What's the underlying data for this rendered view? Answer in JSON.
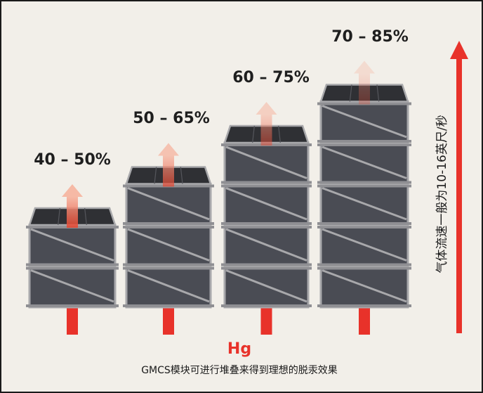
{
  "diagram": {
    "stacks": [
      {
        "efficiency_label": "40 – 50%",
        "module_count": 2,
        "arrow_opacity": 0.85
      },
      {
        "efficiency_label": "50 – 65%",
        "module_count": 3,
        "arrow_opacity": 0.7
      },
      {
        "efficiency_label": "60 – 75%",
        "module_count": 4,
        "arrow_opacity": 0.5
      },
      {
        "efficiency_label": "70 – 85%",
        "module_count": 5,
        "arrow_opacity": 0.3
      }
    ],
    "airflow_label": "气体流速一般为10-16英尺/秒",
    "pollutant_label": "Hg",
    "caption": "GMCS模块可进行堆叠来得到理想的脱汞效果"
  },
  "colors": {
    "background": "#f2efe9",
    "border": "#1a1a1a",
    "accent_red": "#e8322a",
    "module_face": "#4a4c54",
    "module_top": "#2f3034",
    "frame": "#a8a8ab"
  }
}
